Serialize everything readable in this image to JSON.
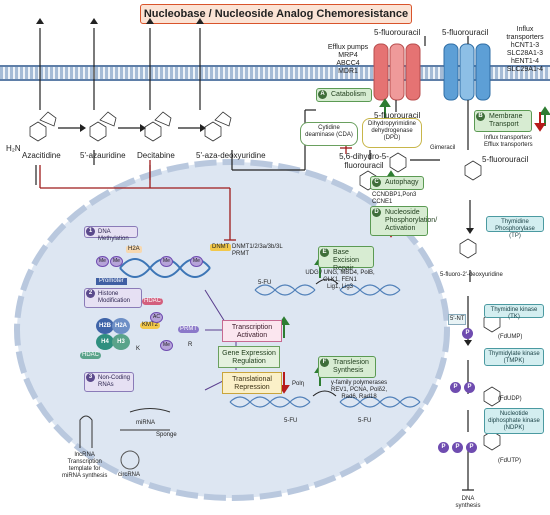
{
  "title": "Nucleobase / Nucleoside Analog Chemoresistance",
  "membrane_left": {
    "efflux_pumps": "Efflux pumps",
    "pumps": [
      "MRP4",
      "ABCC4",
      "MDR1"
    ]
  },
  "membrane_right": {
    "influx_title": "Influx transporters",
    "influx": [
      "hCNT1-3",
      "SLC28A1-3",
      "hENT1-4",
      "SLC29A1-4"
    ]
  },
  "fu_top_left": "5-fluorouracil",
  "fu_top_right": "5-fluorouracil",
  "fu_under_channel": "5-fluorouracil",
  "fu_right_mid": "5-fluorouracil",
  "drugs": {
    "azacitidine": "Azacitidine",
    "azauridine": "5'-azauridine",
    "decitabine": "Decitabine",
    "aza_deoxyuridine": "5'-aza-deoxyuridine"
  },
  "nh2": "H₂N",
  "catabolism": {
    "badge": "A",
    "label": "Catabolism",
    "cda": "Cytidine deaminase (CDA)",
    "dpd": "Dihydropyrimidine dehydrogenase (DPD)",
    "gimeracil": "Gimeracil",
    "product": "5,6-dihydro-5-fluorouracil"
  },
  "membrane_transport": {
    "badge": "B",
    "label": "Membrane Transport",
    "sub1": "Influx transporters",
    "sub2": "Efflux transporters"
  },
  "autophagy": {
    "badge": "C",
    "label": "Autophagy",
    "genes": "CCNDBP1,Pon3\nCCNE1"
  },
  "nucleoside": {
    "badge": "D",
    "label": "Nucleoside Phosphorylation/ Activation"
  },
  "ber": {
    "badge": "E",
    "label": "Base Excision Repair",
    "genes": "UDG / UNG, MBD4, PolB, CLK1, FEN1\nLig1, Lig3",
    "fu_label": "5-FU"
  },
  "tls": {
    "badge": "F",
    "label": "Translesion Synthesis",
    "genes": "y-family polymerases\nREV1, PCNA, Polδ2,\nRad6, Rad18",
    "pol": "Polη",
    "fu_a": "5-FU",
    "fu_b": "5-FU"
  },
  "dna_meth": {
    "badge": "1",
    "label": "DNA Methylation",
    "dnmt_genes": "DNMT1/2/3a/3b/3L\nPRMT",
    "promoter": "Promoter",
    "h2a": "H2A",
    "dnmt": "DNMT",
    "me": "Me"
  },
  "histone_mod": {
    "badge": "2",
    "label": "Histone Modification",
    "hdac": "HDAC",
    "kmt": "KMT2",
    "prmt": "PRMT",
    "h2b": "H2B",
    "h2a": "H2A",
    "h4": "H4",
    "h3": "H3",
    "ac": "AC",
    "me": "Me",
    "k": "K",
    "r": "R"
  },
  "ncrna": {
    "badge": "3",
    "label": "Non-Coding RNAs",
    "lnc": "lncRNA\nTranscription\ntemplate for\nmiRNA synthesis",
    "mirna": "miRNA",
    "sponge": "Sponge",
    "circ": "circRNA"
  },
  "center": {
    "ta": "Transcription Activation",
    "geg": "Gene Expression Regulation",
    "tr": "Translational Repression"
  },
  "right_path": {
    "ty": "Thymidine Phosphorylase (TP)",
    "fdu": "5-fluoro-2'-deoxyuridine",
    "tk": "Thymidine kinase (TK)",
    "tmpk": "Thymidylate kinase (TMPK)",
    "ndpk": "Nucleotide diphosphate kinase (NDPK)",
    "p": "P",
    "dna": "DNA synthesis",
    "fdump": "(FdUMP)",
    "fdudp": "(FdUDP)",
    "fdutp": "(FdUTP)",
    "tknote": "5'-NT"
  },
  "colors": {
    "title_bg": "#fbe3d5",
    "title_border": "#d9542b",
    "up_arrow": "#2e7d32",
    "down_arrow": "#b71c1c",
    "red_line": "#9e1b1b",
    "purple": "#6f4cb0"
  }
}
